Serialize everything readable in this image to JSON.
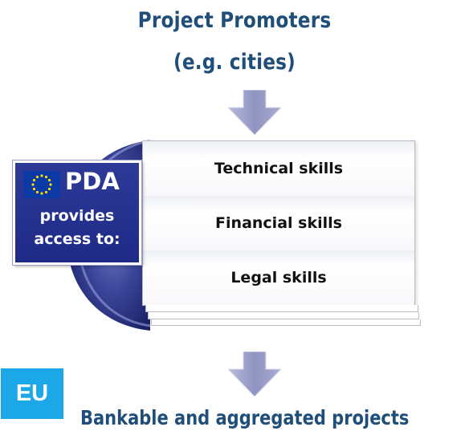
{
  "header": {
    "line1": "Project Promoters",
    "line2": "(e.g. cities)"
  },
  "skills_box": {
    "rows": [
      {
        "label": "Technical skills"
      },
      {
        "label": "Financial skills"
      },
      {
        "label": "Legal skills"
      }
    ]
  },
  "pda_panel": {
    "title": "PDA",
    "line1": "provides",
    "line2": "access to:"
  },
  "eu_badge": {
    "label": "EU"
  },
  "footer": {
    "text": "Bankable and aggregated projects"
  },
  "colors": {
    "heading": "#1f4e79",
    "arrow": "#8f93c0",
    "panel": "#1e2a86",
    "eu_badge": "#1ba7e8"
  },
  "icons": [
    "down-arrow-icon",
    "eu-flag-icon"
  ]
}
